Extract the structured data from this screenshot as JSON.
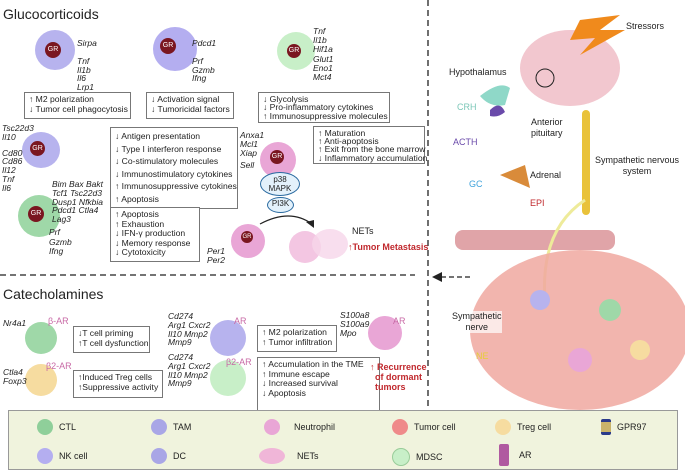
{
  "glucocorticoids": {
    "title": "Glucocorticoids",
    "receptor": "GR",
    "tam": {
      "genes": [
        "Sirpa",
        "Tnf",
        "Il1b",
        "Il6",
        "Lrp1"
      ],
      "effects": [
        "↑ M2 polarization",
        "↓ Tumor cell phagocytosis"
      ]
    },
    "nk": {
      "genes": [
        "Pdcd1",
        "Prf",
        "Gzmb",
        "Ifng"
      ],
      "effects": [
        "↓ Activation signal",
        "↓ Tumoricidal factors"
      ]
    },
    "mdsc": {
      "genes": [
        "Tnf",
        "Il1b",
        "Hif1a",
        "Glut1",
        "Eno1",
        "Mct4"
      ],
      "effects": [
        "↓ Glycolysis",
        "↓ Pro-inflammatory cytokines",
        "↑ Immunosuppressive molecules"
      ]
    },
    "dc": {
      "genes": [
        "Tsc22d3",
        "Il10",
        "Cd80",
        "Cd86",
        "Il12",
        "Tnf",
        "Il6"
      ],
      "effects": [
        "↓ Antigen presentation",
        "↓ Type I interferon response",
        "↓ Co-stimulatory molecules",
        "↓ Immunostimulatory cytokines",
        "↑ Immunosuppressive cytokines",
        "↑ Apoptosis"
      ]
    },
    "ctl": {
      "genes_up": [
        "Bim Bax Bakt",
        "Tcf1 Tsc22d3",
        "Dusp1 Nfkbia",
        "Pdcd1 Ctla4",
        "Lag3"
      ],
      "genes_down": [
        "Prf",
        "Gzmb",
        "Ifng"
      ],
      "effects": [
        "↑ Apoptosis",
        "↑ Exhaustion",
        "↓ IFN-γ production",
        "↓ Memory response",
        "↓ Cytotoxicity"
      ]
    },
    "neutrophil": {
      "genes": [
        "Anxa1",
        "Mcl1",
        "Xiap",
        "Sell"
      ],
      "pathways": [
        "p38 MAPK",
        "PI3K"
      ],
      "effects": [
        "↑ Maturation",
        "↑ Anti-apoptosis",
        "↑ Exit from the bone marrow",
        "↓ Inflammatory accumulation"
      ]
    },
    "neutrophil_nets": {
      "genes": [
        "Per1",
        "Per2"
      ],
      "nets_label": "NETs",
      "outcome": "↑Tumor Metastasis"
    }
  },
  "catecholamines": {
    "title": "Catecholamines",
    "ctl": {
      "receptor": "β-AR",
      "genes": [
        "Nr4a1"
      ],
      "effects": [
        "↓T cell priming",
        "↑T cell dysfunction"
      ]
    },
    "treg": {
      "receptor": "β2-AR",
      "genes": [
        "Ctla4",
        "Foxp3"
      ],
      "effects": [
        "↑Induced Treg cells",
        "↑Suppressive activity"
      ]
    },
    "tam": {
      "receptor": "AR",
      "genes": [
        "Cd274",
        "Arg1 Cxcr2",
        "Il10  Mmp2",
        "Mmp9"
      ],
      "effects": [
        "↑ M2 polarization",
        "↑ Tumor infiltration"
      ]
    },
    "mdsc": {
      "receptor": "β2-AR",
      "genes": [
        "Cd274",
        "Arg1 Cxcr2",
        "Il10  Mmp2",
        "Mmp9"
      ],
      "effects": [
        "↑ Accumulation in the TME",
        "↑ Immune escape",
        "↓ Increased survival",
        "↓ Apoptosis"
      ]
    },
    "neutrophil": {
      "receptor": "AR",
      "genes": [
        "S100a8",
        "S100a9",
        "Mpo"
      ]
    },
    "outcome": [
      "↑ Recurrence",
      "of dormant",
      "tumors"
    ]
  },
  "stress_axis": {
    "stressors": "Stressors",
    "hypothalamus": "Hypothalamus",
    "anterior_pituitary": [
      "Anterior",
      "pituitary"
    ],
    "crh": "CRH",
    "acth": "ACTH",
    "adrenal": "Adrenal",
    "gc": "GC",
    "epi": "EPI",
    "sns": [
      "Sympathetic nervous",
      "system"
    ],
    "sympathetic_nerve": [
      "Sympathetic",
      "nerve"
    ],
    "ne": "NE"
  },
  "legend": [
    {
      "label": "CTL",
      "color": "#8fcf9a"
    },
    {
      "label": "TAM",
      "color": "#a9a6e6"
    },
    {
      "label": "Neutrophil",
      "color": "#e9a6d6"
    },
    {
      "label": "Tumor cell",
      "color": "#ef8a8a"
    },
    {
      "label": "Treg cell",
      "color": "#f6dca0"
    },
    {
      "label": "GPR97",
      "color": "#c9b36a"
    },
    {
      "label": "NK cell",
      "color": "#b4aef0"
    },
    {
      "label": "DC",
      "color": "#a9a6e6"
    },
    {
      "label": "NETs",
      "color": "#f0b6d8"
    },
    {
      "label": "MDSC",
      "color": "#c8efc8"
    },
    {
      "label": "AR",
      "color": "#b05aa0"
    }
  ],
  "colors": {
    "gr": "#7a1620",
    "outcome_red": "#c0282d",
    "crh": "#7cc7b8",
    "acth": "#6a4aaa",
    "gc": "#3fa3dc",
    "epi": "#c0282d",
    "ne": "#e6cf3a",
    "receptor_pink": "#c86aa6"
  }
}
